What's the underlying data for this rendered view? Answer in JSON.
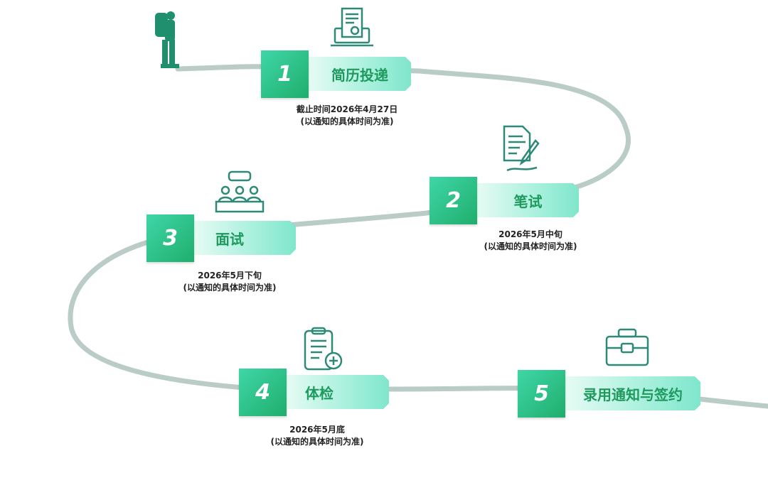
{
  "steps": [
    {
      "number": "1",
      "label": "简历投递",
      "note_line1": "截止时间2026年4月27日",
      "note_line2": "(以通知的具体时间为准)",
      "icon": "resume-laptop-icon"
    },
    {
      "number": "2",
      "label": "笔试",
      "note_line1": "2026年5月中旬",
      "note_line2": "(以通知的具体时间为准)",
      "icon": "document-pen-icon"
    },
    {
      "number": "3",
      "label": "面试",
      "note_line1": "2026年5月下旬",
      "note_line2": "(以通知的具体时间为准)",
      "icon": "interview-panel-icon"
    },
    {
      "number": "4",
      "label": "体检",
      "note_line1": "2026年5月底",
      "note_line2": "(以通知的具体时间为准)",
      "icon": "medical-clipboard-icon"
    },
    {
      "number": "5",
      "label": "录用通知与签约",
      "icon": "briefcase-icon"
    }
  ],
  "colors": {
    "accent": "#1fae6c",
    "road": "#b9ccc8",
    "icon": "#2e8a78"
  }
}
